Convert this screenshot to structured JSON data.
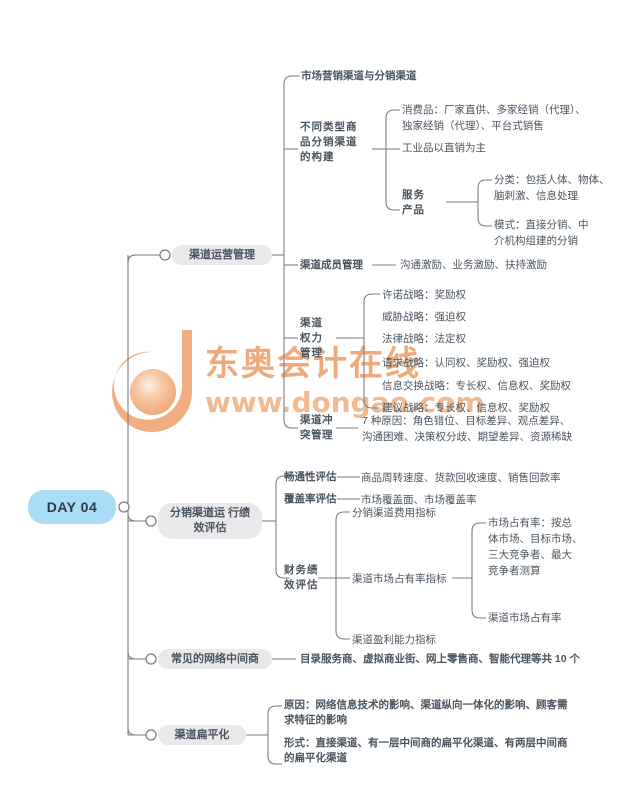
{
  "document": {
    "type": "mind-map",
    "root_label": "DAY 04",
    "root_color": "#A8DDF5",
    "pill_color": "#E9E9EB",
    "line_color": "#7d7d82",
    "text_color": "#4a5560"
  },
  "watermark": {
    "brand": "东奥会计在线",
    "url": "www.dongao.com",
    "color": "#F0A97A",
    "logo_icon": "dongao-d-logo-icon"
  },
  "branches": [
    {
      "id": "channel-operation-management",
      "label": "渠道运营管理",
      "children": [
        {
          "id": "marketing-and-distribution-channel",
          "label": "市场营销渠道与分销渠道"
        },
        {
          "id": "different-product-type-channel-construction",
          "label": "不同类型商\n品分销渠道\n的构建",
          "children": [
            {
              "id": "consumer-goods",
              "label": "消费品：厂家直供、多家经销（代理）、\n独家经销（代理）、平台式销售"
            },
            {
              "id": "industrial-goods",
              "label": "工业品以直销为主"
            },
            {
              "id": "service-product",
              "label": "服务\n产品",
              "children": [
                {
                  "id": "service-classification",
                  "label": "分类：包括人体、物体、\n脑刺激、信息处理"
                },
                {
                  "id": "service-mode",
                  "label": "模式：直接分销、中\n介机构组建的分销"
                }
              ]
            }
          ]
        },
        {
          "id": "channel-member-management",
          "label": "渠道成员管理",
          "children": [
            {
              "id": "channel-member-incentives",
              "label": "沟通激励、业务激励、扶持激励"
            }
          ]
        },
        {
          "id": "channel-power-management",
          "label": "渠道\n权力\n管理",
          "children": [
            {
              "id": "promise-strategy",
              "label": "许诺战略：奖励权"
            },
            {
              "id": "threat-strategy",
              "label": "威胁战略：强迫权"
            },
            {
              "id": "legal-strategy",
              "label": "法律战略：法定权"
            },
            {
              "id": "request-strategy",
              "label": "请求战略：认同权、奖励权、强迫权"
            },
            {
              "id": "info-exchange-strategy",
              "label": "信息交换战略：专长权、信息权、奖励权"
            },
            {
              "id": "suggestion-strategy",
              "label": "建议战略：专长权、信息权、奖励权"
            }
          ]
        },
        {
          "id": "channel-conflict-management",
          "label": "渠道冲\n突管理",
          "children": [
            {
              "id": "seven-causes",
              "label": "7 种原因：角色错位、目标差异、观点差异、\n沟通困难、决策权分歧、期望差异、资源稀缺"
            }
          ]
        }
      ]
    },
    {
      "id": "distribution-channel-performance-evaluation",
      "label": "分销渠道运\n行绩效评估",
      "children": [
        {
          "id": "smoothness-evaluation",
          "label": "畅通性评估",
          "inline_value": "商品周转速度、货款回收速度、销售回款率"
        },
        {
          "id": "coverage-evaluation",
          "label": "覆盖率评估",
          "inline_value": "市场覆盖面、市场覆盖率"
        },
        {
          "id": "financial-performance-evaluation",
          "label": "财务绩\n效评估",
          "children": [
            {
              "id": "channel-cost-index",
              "label": "分销渠道费用指标"
            },
            {
              "id": "channel-market-share-index",
              "label": "渠道市场占有率指标",
              "children": [
                {
                  "id": "market-share-calc",
                  "label": "市场占有率：按总\n体市场、目标市场、\n三大竞争者、最大\n竞争者测算"
                },
                {
                  "id": "channel-market-share",
                  "label": "渠道市场占有率"
                }
              ]
            },
            {
              "id": "channel-profitability-index",
              "label": "渠道盈利能力指标"
            }
          ]
        }
      ]
    },
    {
      "id": "common-network-intermediaries",
      "label": "常见的网络中间商",
      "children": [
        {
          "id": "intermediary-list",
          "label": "目录服务商、虚拟商业街、网上零售商、智能代理等共 10 个"
        }
      ]
    },
    {
      "id": "channel-flattening",
      "label": "渠道扁平化",
      "children": [
        {
          "id": "flattening-causes",
          "label": "原因：网络信息技术的影响、渠道纵向一体化的影响、顾客需\n求特征的影响"
        },
        {
          "id": "flattening-forms",
          "label": "形式：直接渠道、有一层中间商的扁平化渠道、有两层中间商\n的扁平化渠道"
        }
      ]
    }
  ]
}
